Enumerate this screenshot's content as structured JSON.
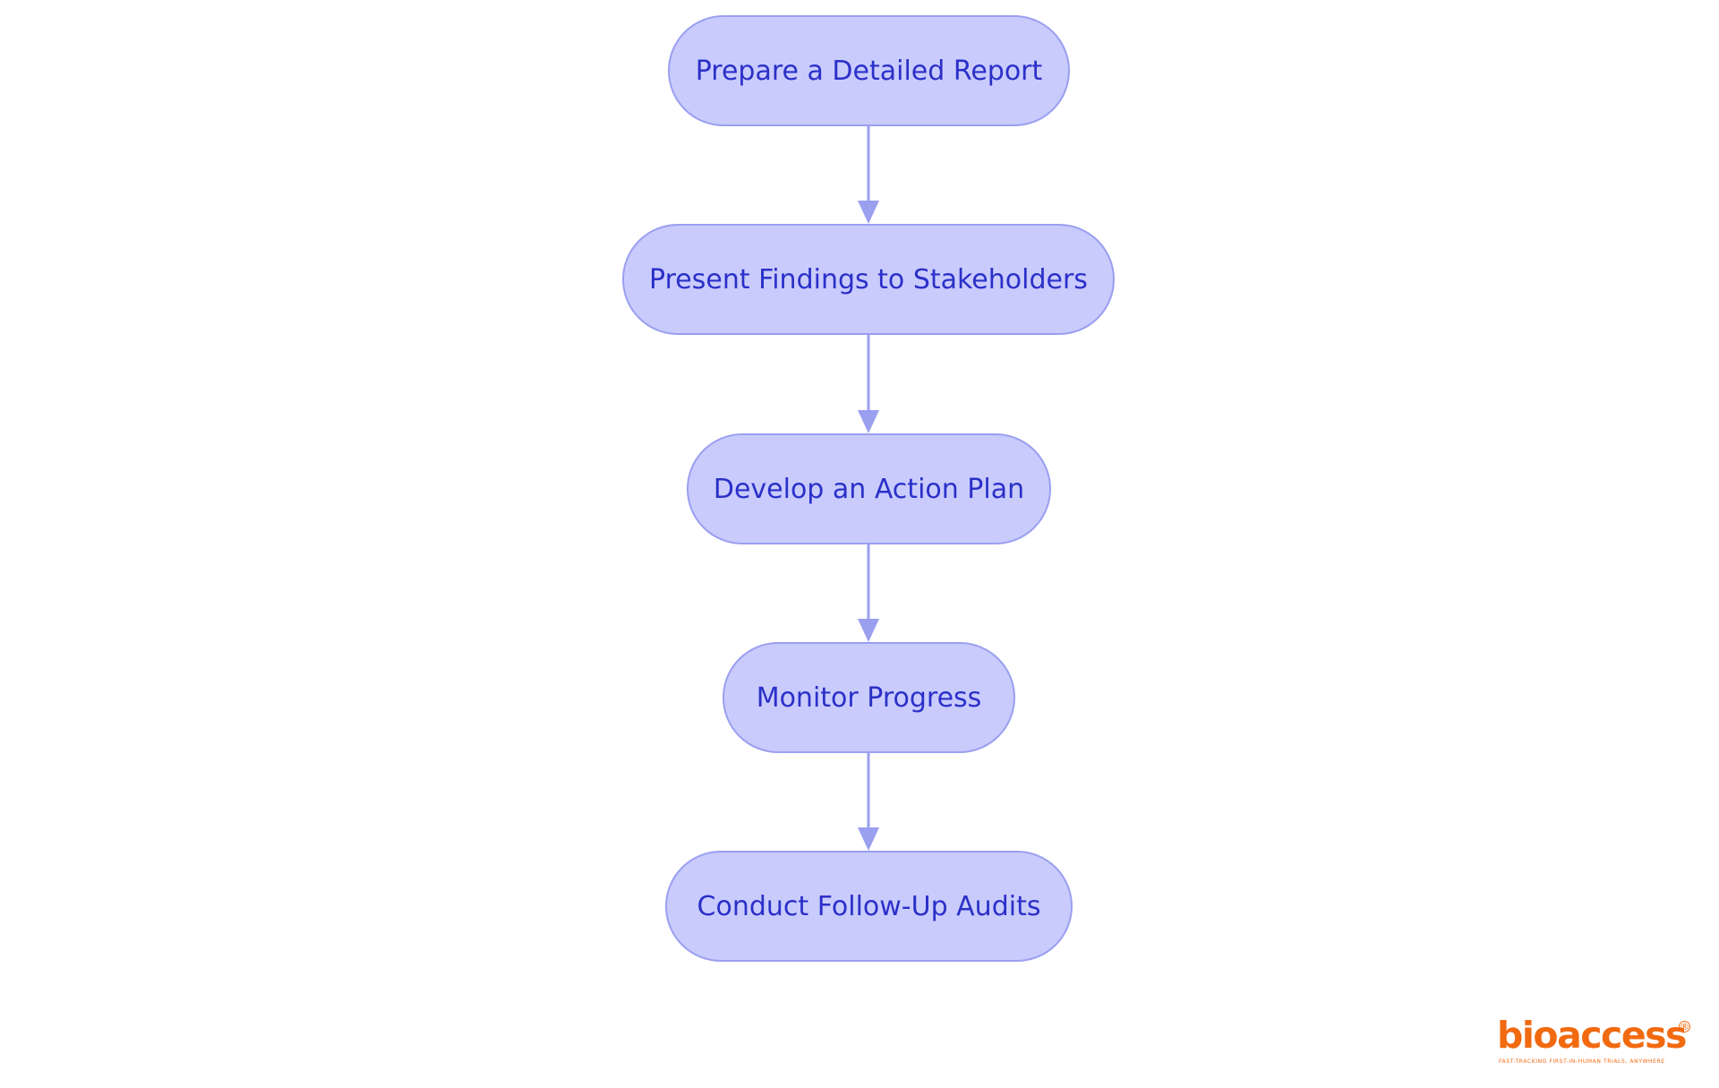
{
  "colors": {
    "node_fill": "#c9cbfd",
    "node_border": "#9a9ff0",
    "node_text": "#2b30c8",
    "connector": "#9a9ff0",
    "logo": "#f26a10"
  },
  "diagram": {
    "type": "vertical-flowchart",
    "nodes": [
      {
        "id": "n1",
        "label": "Prepare a Detailed Report"
      },
      {
        "id": "n2",
        "label": "Present Findings to Stakeholders"
      },
      {
        "id": "n3",
        "label": "Develop an Action Plan"
      },
      {
        "id": "n4",
        "label": "Monitor Progress"
      },
      {
        "id": "n5",
        "label": "Conduct Follow-Up Audits"
      }
    ],
    "edges": [
      {
        "from": "n1",
        "to": "n2"
      },
      {
        "from": "n2",
        "to": "n3"
      },
      {
        "from": "n3",
        "to": "n4"
      },
      {
        "from": "n4",
        "to": "n5"
      }
    ]
  },
  "logo": {
    "wordmark": "bioaccess",
    "registered_mark": "®",
    "tagline": "FAST-TRACKING FIRST-IN-HUMAN TRIALS, ANYWHERE"
  }
}
